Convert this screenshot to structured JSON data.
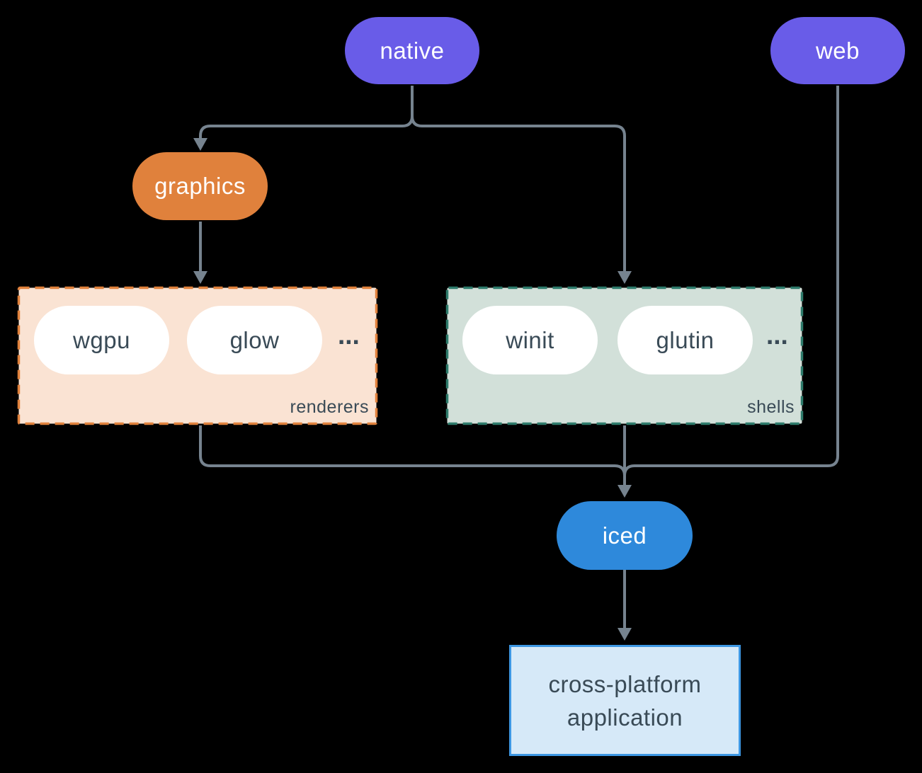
{
  "colors": {
    "bg": "#000000",
    "purple": "#695CE8",
    "orange": "#E0813C",
    "blue": "#2E89DB",
    "wire": "#76838F",
    "ink": "#394A56",
    "renderers_bg": "#FAE3D3",
    "renderers_border": "#E0813C",
    "shells_bg": "#D2E0D9",
    "shells_border": "#2E7B6B",
    "app_bg": "#D6E9F8",
    "app_border": "#3D97E3",
    "pill_bg": "#FFFFFF"
  },
  "nodes": {
    "native": {
      "label": "native"
    },
    "web": {
      "label": "web"
    },
    "graphics": {
      "label": "graphics"
    },
    "iced": {
      "label": "iced"
    },
    "application": {
      "lines": [
        "cross-platform",
        "application"
      ]
    }
  },
  "groups": {
    "renderers": {
      "label": "renderers",
      "items": [
        "wgpu",
        "glow"
      ],
      "ellipsis": "..."
    },
    "shells": {
      "label": "shells",
      "items": [
        "winit",
        "glutin"
      ],
      "ellipsis": "..."
    }
  }
}
